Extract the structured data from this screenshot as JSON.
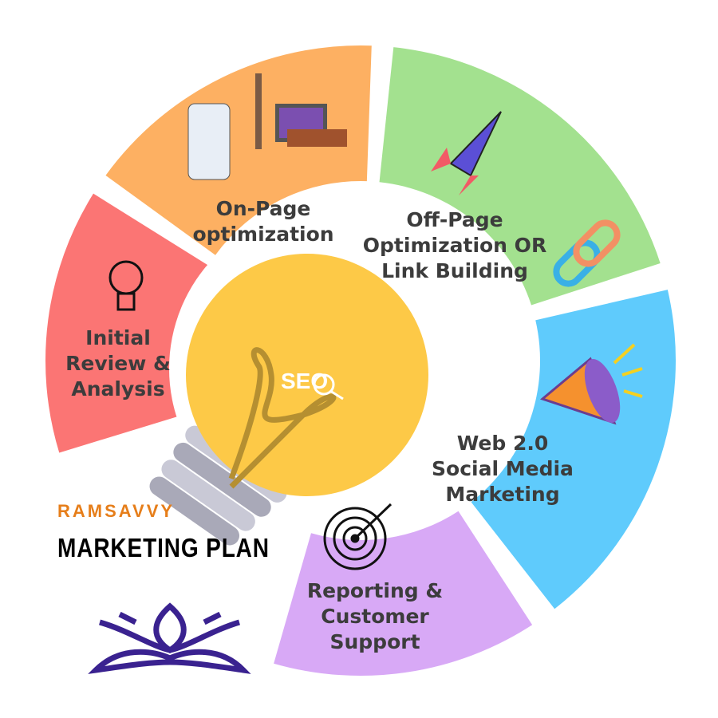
{
  "segments": [
    {
      "label": "Initial\nReview &\nAnalysis",
      "icon": "lightbulb-icon",
      "color": "#fb7574"
    },
    {
      "label": "On-Page\noptimization",
      "icon": "website-construction-icon",
      "color": "#fdb062"
    },
    {
      "label": "Off-Page\nOptimization OR\nLink Building",
      "icon": "rocket-link-icon",
      "color": "#a3e18f"
    },
    {
      "label": "Web 2.0\nSocial Media\nMarketing",
      "icon": "megaphone-icon",
      "color": "#5fcbfc"
    },
    {
      "label": "Reporting &\nCustomer\nSupport",
      "icon": "target-icon",
      "color": "#d8a9f6"
    }
  ],
  "center": {
    "label": "SEO",
    "color": "#fdc947"
  },
  "brand": {
    "name": "RAMSAVVY",
    "title": "MARKETING PLAN",
    "logo": "lotus-logo",
    "brand_color": "#e67e1a",
    "logo_color": "#3a2290"
  }
}
